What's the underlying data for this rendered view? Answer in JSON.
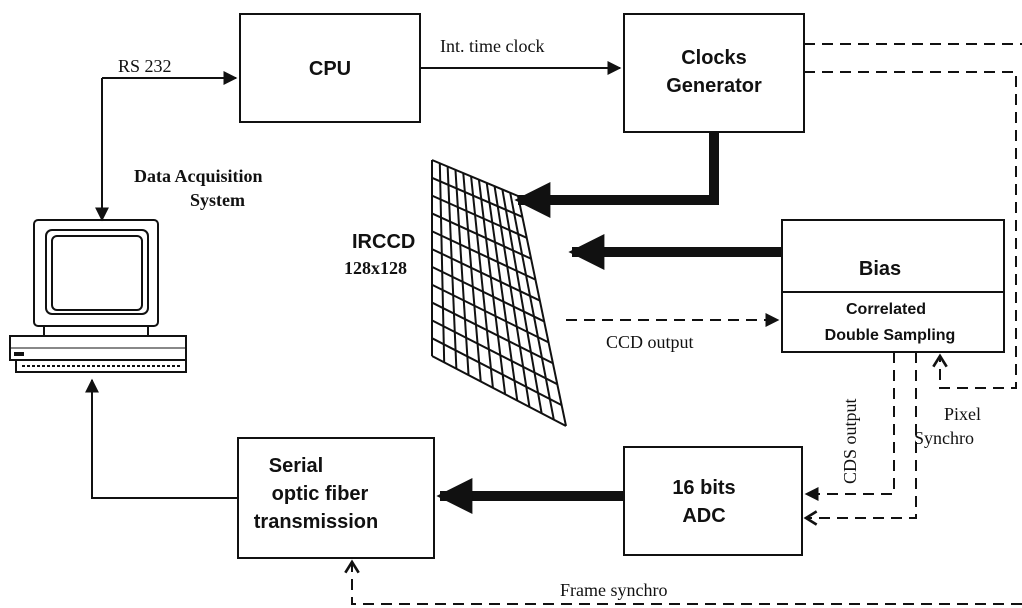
{
  "blocks": {
    "cpu": "CPU",
    "clocks": [
      "Clocks",
      "Generator"
    ],
    "bias": "Bias",
    "cds": [
      "Correlated",
      "Double Sampling"
    ],
    "adc": [
      "16 bits",
      "ADC"
    ],
    "serial": [
      "Serial",
      "optic fiber",
      "transmission"
    ]
  },
  "labels": {
    "rs232": "RS 232",
    "int_clock": "Int. time clock",
    "daq": [
      "Data Acquisition",
      "System"
    ],
    "irccd": [
      "IRCCD",
      "128x128"
    ],
    "ccd_output": "CCD output",
    "cds_output": "CDS output",
    "pixel_synchro": [
      "Pixel",
      "Synchro"
    ],
    "frame_synchro": "Frame synchro"
  }
}
